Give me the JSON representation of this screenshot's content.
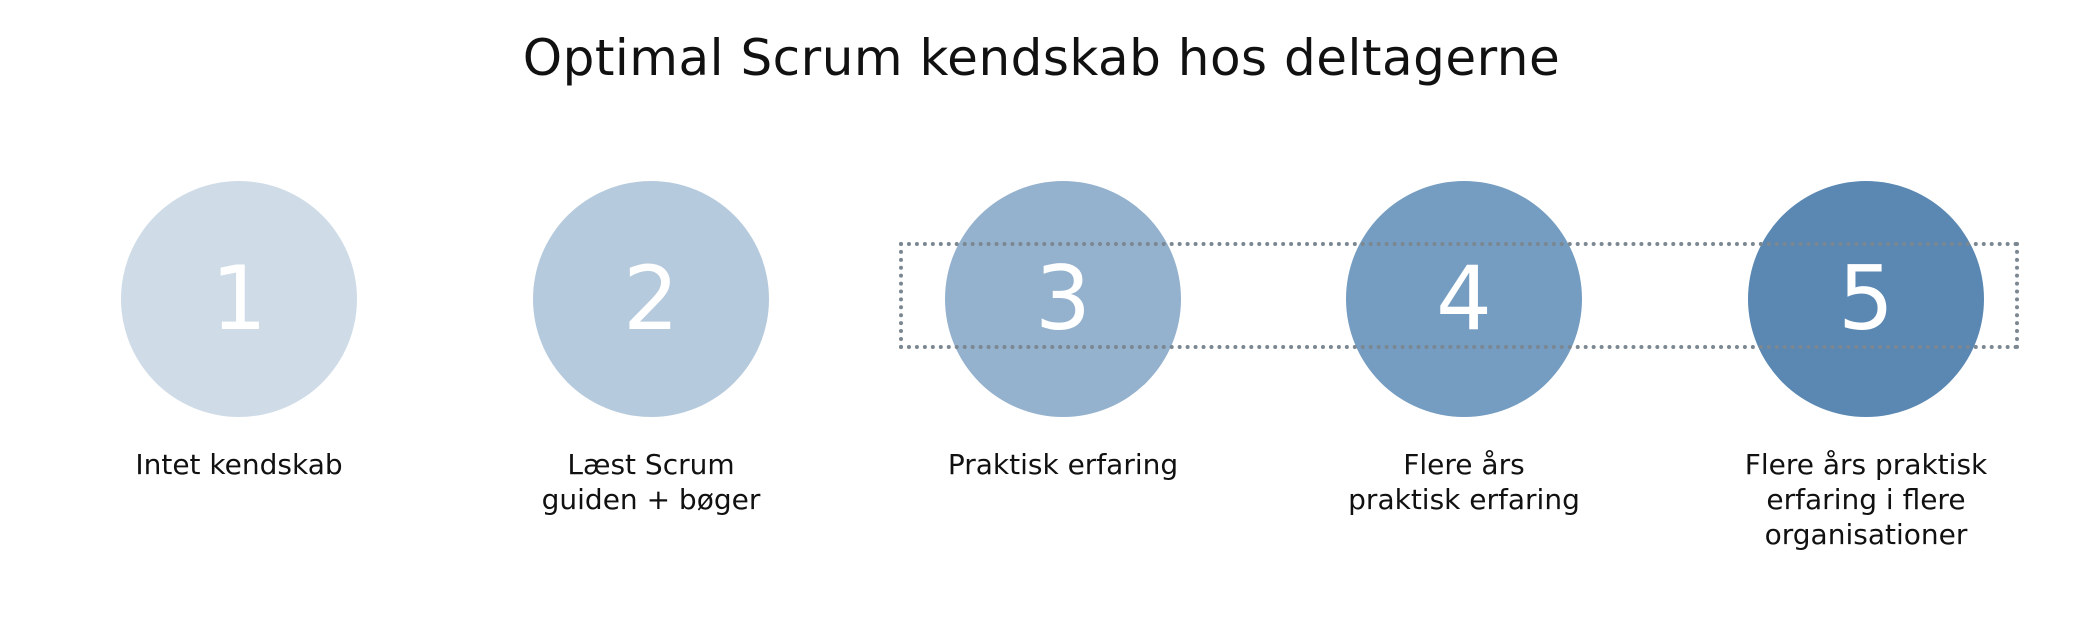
{
  "title": "Optimal Scrum kendskab hos deltagerne",
  "colors": {
    "level1": "#cfdce8",
    "level2": "#b6cadd",
    "level3": "#94b1ce",
    "level4": "#759cc1",
    "level5": "#5a88b3",
    "highlight_border": "#7b8791"
  },
  "steps": [
    {
      "number": "1",
      "label": "Intet kendskab"
    },
    {
      "number": "2",
      "label": "Læst Scrum\nguiden + bøger"
    },
    {
      "number": "3",
      "label": "Praktisk erfaring"
    },
    {
      "number": "4",
      "label": "Flere års\npraktisk erfaring"
    },
    {
      "number": "5",
      "label": "Flere års praktisk\nerfaring i flere\norganisationer"
    }
  ],
  "highlighted_steps": [
    "3",
    "4",
    "5"
  ]
}
